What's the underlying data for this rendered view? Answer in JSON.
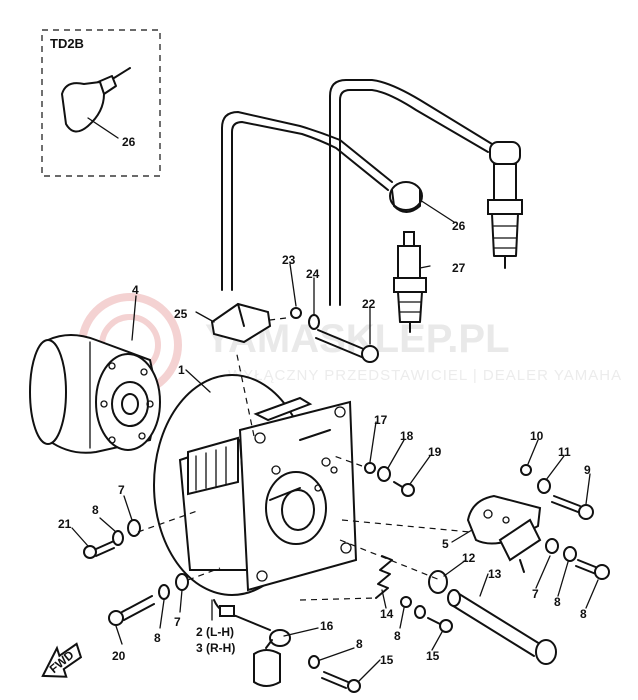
{
  "inset": {
    "label": "TD2B",
    "part": "26"
  },
  "watermark": {
    "main": "YAMASKLEP.PL",
    "sub": "WYŁĄCZNY PRZEDSTAWICIEL | DEALER YAMAHA"
  },
  "colors": {
    "ink": "#111111",
    "watermark": "#e5e5e5",
    "logo": "#f4d2d2"
  },
  "callouts": [
    {
      "id": "c1",
      "text": "1"
    },
    {
      "id": "c2",
      "text": "2 (L-H)"
    },
    {
      "id": "c3",
      "text": "3 (R-H)"
    },
    {
      "id": "c4",
      "text": "4"
    },
    {
      "id": "c5",
      "text": "5"
    },
    {
      "id": "c7a",
      "text": "7"
    },
    {
      "id": "c7b",
      "text": "7"
    },
    {
      "id": "c7c",
      "text": "7"
    },
    {
      "id": "c8a",
      "text": "8"
    },
    {
      "id": "c8b",
      "text": "8"
    },
    {
      "id": "c8c",
      "text": "8"
    },
    {
      "id": "c8d",
      "text": "8"
    },
    {
      "id": "c8e",
      "text": "8"
    },
    {
      "id": "c8f",
      "text": "8"
    },
    {
      "id": "c9",
      "text": "9"
    },
    {
      "id": "c10",
      "text": "10"
    },
    {
      "id": "c11",
      "text": "11"
    },
    {
      "id": "c12",
      "text": "12"
    },
    {
      "id": "c13",
      "text": "13"
    },
    {
      "id": "c14",
      "text": "14"
    },
    {
      "id": "c15a",
      "text": "15"
    },
    {
      "id": "c15b",
      "text": "15"
    },
    {
      "id": "c16",
      "text": "16"
    },
    {
      "id": "c17",
      "text": "17"
    },
    {
      "id": "c18",
      "text": "18"
    },
    {
      "id": "c19",
      "text": "19"
    },
    {
      "id": "c20",
      "text": "20"
    },
    {
      "id": "c21",
      "text": "21"
    },
    {
      "id": "c22",
      "text": "22"
    },
    {
      "id": "c23",
      "text": "23"
    },
    {
      "id": "c24",
      "text": "24"
    },
    {
      "id": "c25",
      "text": "25"
    },
    {
      "id": "c26",
      "text": "26"
    },
    {
      "id": "c27",
      "text": "27"
    }
  ],
  "fwd_label": "FWD"
}
